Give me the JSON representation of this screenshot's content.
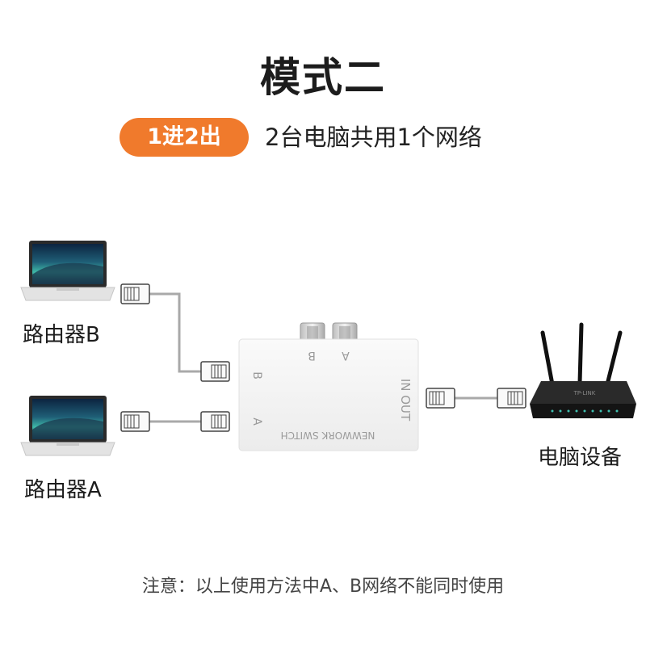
{
  "title": "模式二",
  "mode_badge": "1进2出",
  "subtitle": "2台电脑共用1个网络",
  "labels": {
    "computer_b": "路由器B",
    "computer_a": "路由器A",
    "router": "电脑设备"
  },
  "switch": {
    "port_b_top": "B",
    "port_a_top": "A",
    "port_b_side": "B",
    "port_a_side": "A",
    "in_out": "IN OUT",
    "brand": "NEWWORK SWITCH"
  },
  "router_brand": "TP-LINK",
  "note": "注意：以上使用方法中A、B网络不能同时使用",
  "colors": {
    "accent": "#f07a2c",
    "cable": "#a9a9a9",
    "switch_body": "#f4f4f4",
    "router_body": "#1a1a1a"
  }
}
